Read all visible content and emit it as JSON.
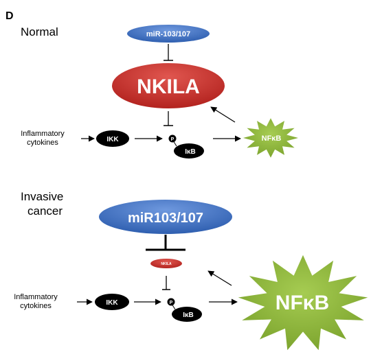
{
  "panel_label": "D",
  "normal": {
    "title": "Normal",
    "mirna": "miR-103/107",
    "lncrna": "NKILA",
    "stimulus_line1": "Inflammatory",
    "stimulus_line2": "cytokines",
    "kinase": "IKK",
    "phospho": "P",
    "inhibitor": "IκB",
    "factor": "NFκB"
  },
  "invasive": {
    "title_line1": "Invasive",
    "title_line2": "cancer",
    "mirna": "miR103/107",
    "lncrna": "NKILA",
    "stimulus_line1": "Inflammatory",
    "stimulus_line2": "cytokines",
    "kinase": "IKK",
    "phospho": "P",
    "inhibitor": "IκB",
    "factor": "NFκB"
  },
  "colors": {
    "mirna_blue": "#3d6fc0",
    "lncrna_red": "#c8302c",
    "nfkb_green": "#8cb43a",
    "node_black": "#000000"
  }
}
